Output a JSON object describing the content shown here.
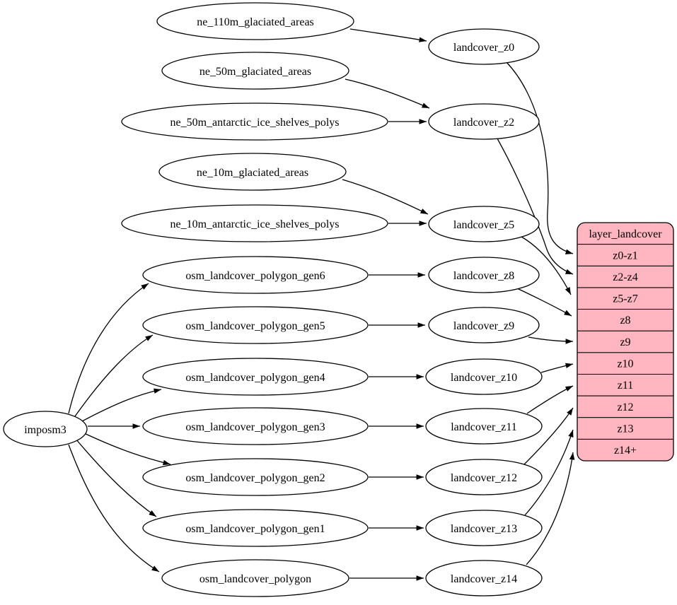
{
  "diagram": {
    "type": "graphviz-dependency-graph",
    "background": "#ffffff",
    "node_fill": "#ffffff",
    "node_stroke": "#000000",
    "edge_color": "#000000",
    "nodes": [
      {
        "id": "imposm3",
        "label": "imposm3"
      },
      {
        "id": "ne_110m_glaciated_areas",
        "label": "ne_110m_glaciated_areas"
      },
      {
        "id": "ne_50m_glaciated_areas",
        "label": "ne_50m_glaciated_areas"
      },
      {
        "id": "ne_50m_antarctic_ice_shelves_polys",
        "label": "ne_50m_antarctic_ice_shelves_polys"
      },
      {
        "id": "ne_10m_glaciated_areas",
        "label": "ne_10m_glaciated_areas"
      },
      {
        "id": "ne_10m_antarctic_ice_shelves_polys",
        "label": "ne_10m_antarctic_ice_shelves_polys"
      },
      {
        "id": "osm_landcover_polygon_gen6",
        "label": "osm_landcover_polygon_gen6"
      },
      {
        "id": "osm_landcover_polygon_gen5",
        "label": "osm_landcover_polygon_gen5"
      },
      {
        "id": "osm_landcover_polygon_gen4",
        "label": "osm_landcover_polygon_gen4"
      },
      {
        "id": "osm_landcover_polygon_gen3",
        "label": "osm_landcover_polygon_gen3"
      },
      {
        "id": "osm_landcover_polygon_gen2",
        "label": "osm_landcover_polygon_gen2"
      },
      {
        "id": "osm_landcover_polygon_gen1",
        "label": "osm_landcover_polygon_gen1"
      },
      {
        "id": "osm_landcover_polygon",
        "label": "osm_landcover_polygon"
      },
      {
        "id": "landcover_z0",
        "label": "landcover_z0"
      },
      {
        "id": "landcover_z2",
        "label": "landcover_z2"
      },
      {
        "id": "landcover_z5",
        "label": "landcover_z5"
      },
      {
        "id": "landcover_z8",
        "label": "landcover_z8"
      },
      {
        "id": "landcover_z9",
        "label": "landcover_z9"
      },
      {
        "id": "landcover_z10",
        "label": "landcover_z10"
      },
      {
        "id": "landcover_z11",
        "label": "landcover_z11"
      },
      {
        "id": "landcover_z12",
        "label": "landcover_z12"
      },
      {
        "id": "landcover_z13",
        "label": "landcover_z13"
      },
      {
        "id": "landcover_z14",
        "label": "landcover_z14"
      }
    ],
    "table": {
      "title": "layer_landcover",
      "fill": "#ffb6c1",
      "rows": [
        "z0-z1",
        "z2-z4",
        "z5-z7",
        "z8",
        "z9",
        "z10",
        "z11",
        "z12",
        "z13",
        "z14+"
      ]
    },
    "edges": [
      {
        "from": "ne_110m_glaciated_areas",
        "to": "landcover_z0"
      },
      {
        "from": "ne_50m_glaciated_areas",
        "to": "landcover_z2"
      },
      {
        "from": "ne_50m_antarctic_ice_shelves_polys",
        "to": "landcover_z2"
      },
      {
        "from": "ne_10m_glaciated_areas",
        "to": "landcover_z5"
      },
      {
        "from": "ne_10m_antarctic_ice_shelves_polys",
        "to": "landcover_z5"
      },
      {
        "from": "osm_landcover_polygon_gen6",
        "to": "landcover_z8"
      },
      {
        "from": "osm_landcover_polygon_gen5",
        "to": "landcover_z9"
      },
      {
        "from": "osm_landcover_polygon_gen4",
        "to": "landcover_z10"
      },
      {
        "from": "osm_landcover_polygon_gen3",
        "to": "landcover_z11"
      },
      {
        "from": "osm_landcover_polygon_gen2",
        "to": "landcover_z12"
      },
      {
        "from": "osm_landcover_polygon_gen1",
        "to": "landcover_z13"
      },
      {
        "from": "osm_landcover_polygon",
        "to": "landcover_z14"
      },
      {
        "from": "imposm3",
        "to": "osm_landcover_polygon_gen6"
      },
      {
        "from": "imposm3",
        "to": "osm_landcover_polygon_gen5"
      },
      {
        "from": "imposm3",
        "to": "osm_landcover_polygon_gen4"
      },
      {
        "from": "imposm3",
        "to": "osm_landcover_polygon_gen3"
      },
      {
        "from": "imposm3",
        "to": "osm_landcover_polygon_gen2"
      },
      {
        "from": "imposm3",
        "to": "osm_landcover_polygon_gen1"
      },
      {
        "from": "imposm3",
        "to": "osm_landcover_polygon"
      },
      {
        "from": "landcover_z0",
        "to": "layer_landcover.z0-z1"
      },
      {
        "from": "landcover_z2",
        "to": "layer_landcover.z2-z4"
      },
      {
        "from": "landcover_z5",
        "to": "layer_landcover.z5-z7"
      },
      {
        "from": "landcover_z8",
        "to": "layer_landcover.z8"
      },
      {
        "from": "landcover_z9",
        "to": "layer_landcover.z9"
      },
      {
        "from": "landcover_z10",
        "to": "layer_landcover.z10"
      },
      {
        "from": "landcover_z11",
        "to": "layer_landcover.z11"
      },
      {
        "from": "landcover_z12",
        "to": "layer_landcover.z12"
      },
      {
        "from": "landcover_z13",
        "to": "layer_landcover.z13"
      },
      {
        "from": "landcover_z14",
        "to": "layer_landcover.z14+"
      }
    ]
  }
}
